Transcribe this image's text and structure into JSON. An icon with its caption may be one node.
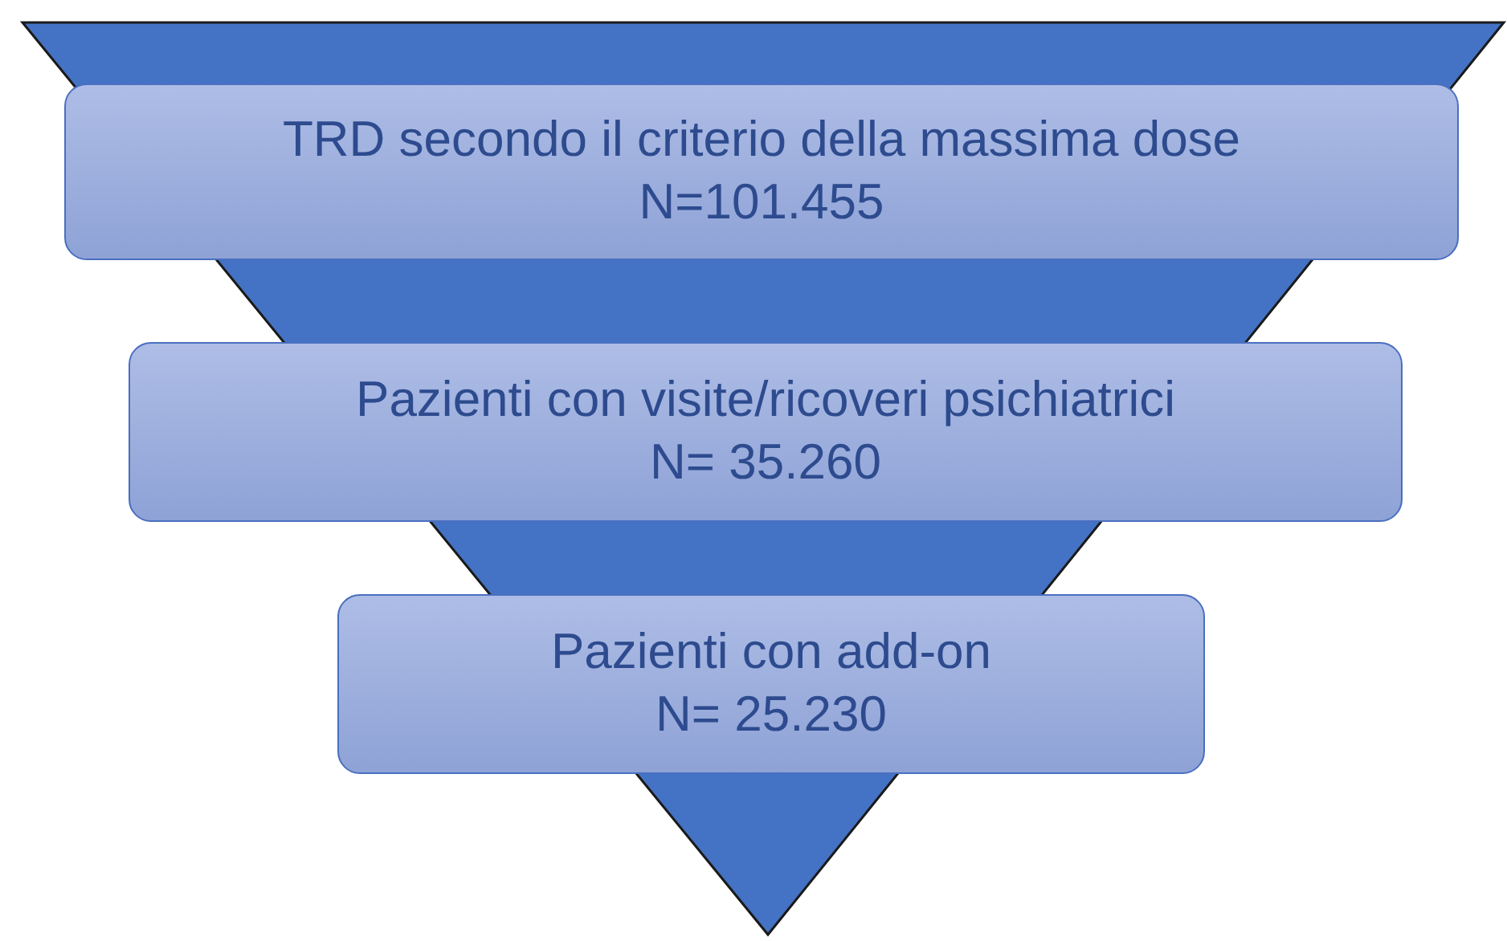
{
  "diagram": {
    "nodes": [
      {
        "text": [
          "TRD secondo il criterio della massima dose",
          "N=101.455"
        ]
      },
      {
        "text": [
          "Pazienti con visite/ricoveri psichiatrici",
          "N= 35.260"
        ]
      },
      {
        "text": [
          "Pazienti con add-on",
          "N= 25.230"
        ]
      }
    ]
  }
}
